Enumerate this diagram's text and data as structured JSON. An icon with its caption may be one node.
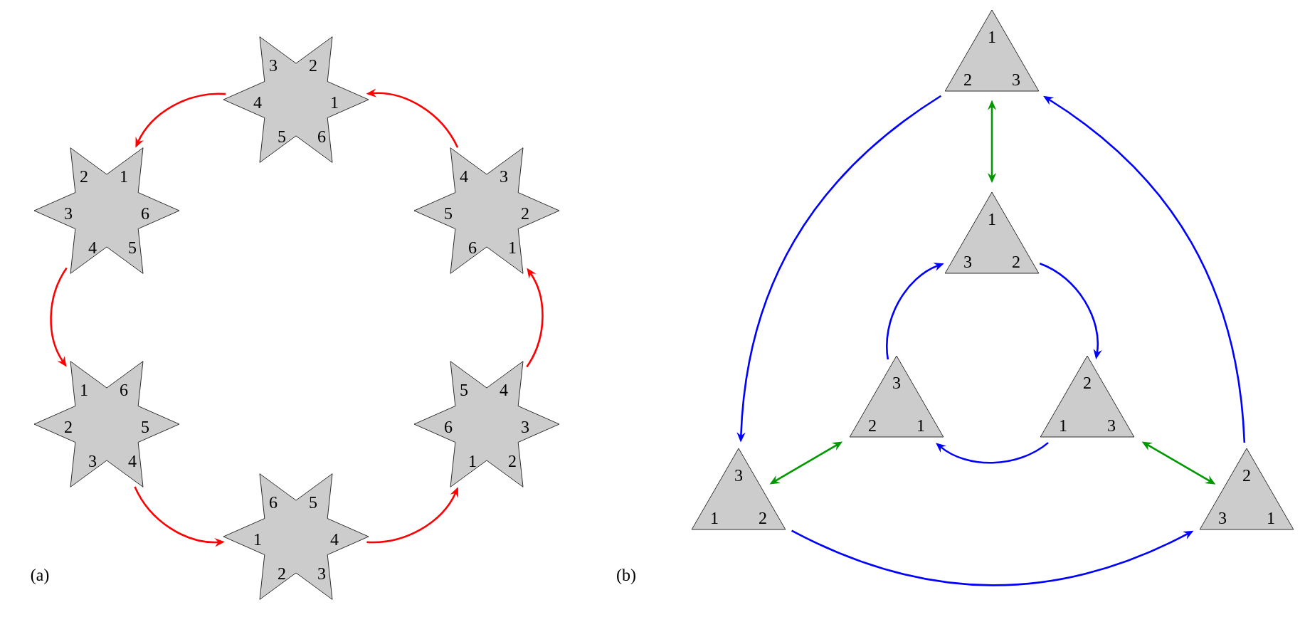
{
  "diagram": {
    "nodes": [
      {
        "text": [
          "3",
          "2",
          "4",
          "1",
          "5",
          "6"
        ]
      },
      {
        "text": [
          "2",
          "1",
          "3",
          "6",
          "4",
          "5"
        ]
      },
      {
        "text": [
          "4",
          "3",
          "5",
          "2",
          "6",
          "1"
        ]
      },
      {
        "text": [
          "1",
          "6",
          "2",
          "5",
          "3",
          "4"
        ]
      },
      {
        "text": [
          "5",
          "4",
          "6",
          "3",
          "1",
          "2"
        ]
      },
      {
        "text": [
          "6",
          "5",
          "1",
          "4",
          "2",
          "3"
        ]
      },
      {
        "text": [
          "1",
          "2",
          "3"
        ]
      },
      {
        "text": [
          "1",
          "3",
          "2"
        ]
      },
      {
        "text": [
          "3",
          "2",
          "1"
        ]
      },
      {
        "text": [
          "2",
          "1",
          "3"
        ]
      },
      {
        "text": [
          "3",
          "1",
          "2"
        ]
      },
      {
        "text": [
          "2",
          "3",
          "1"
        ]
      }
    ],
    "edges": [
      {
        "from": 0,
        "to": 1,
        "arrow": "to",
        "color": "#ff0000"
      },
      {
        "from": 2,
        "to": 0,
        "arrow": "to",
        "color": "#ff0000"
      },
      {
        "from": 1,
        "to": 3,
        "arrow": "to",
        "color": "#ff0000"
      },
      {
        "from": 4,
        "to": 2,
        "arrow": "to",
        "color": "#ff0000"
      },
      {
        "from": 3,
        "to": 5,
        "arrow": "to",
        "color": "#ff0000"
      },
      {
        "from": 5,
        "to": 4,
        "arrow": "to",
        "color": "#ff0000"
      },
      {
        "from": 6,
        "to": 10,
        "arrow": "to",
        "color": "#0000ff"
      },
      {
        "from": 11,
        "to": 6,
        "arrow": "to",
        "color": "#0000ff"
      },
      {
        "from": 10,
        "to": 11,
        "arrow": "to",
        "color": "#0000ff"
      },
      {
        "from": 8,
        "to": 7,
        "arrow": "to",
        "color": "#0000ff"
      },
      {
        "from": 7,
        "to": 9,
        "arrow": "to",
        "color": "#0000ff"
      },
      {
        "from": 9,
        "to": 8,
        "arrow": "to",
        "color": "#0000ff"
      },
      {
        "from": 6,
        "to": 7,
        "arrow": "both",
        "color": "#009900"
      },
      {
        "from": 10,
        "to": 8,
        "arrow": "both",
        "color": "#009900"
      },
      {
        "from": 9,
        "to": 11,
        "arrow": "both",
        "color": "#009900"
      }
    ],
    "labels": [
      "(a)",
      "(b)"
    ]
  }
}
